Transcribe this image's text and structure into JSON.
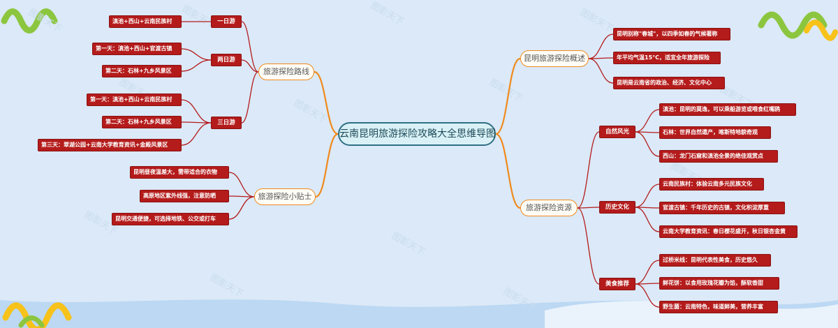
{
  "title": "云南昆明旅游探险攻略大全思维导图",
  "watermark": "图影天下",
  "colors": {
    "background": "#dbe9f8",
    "branch_line": "#f08a1c",
    "sub_line": "#b41b1b",
    "center_fill": "#d9f1f6",
    "center_border": "#2f6f84",
    "leaf_fill": "#b41b1b",
    "deco_green": "#8cc63f",
    "deco_yellow": "#f7c21a"
  },
  "branches": {
    "routes": {
      "label": "旅游探险路线",
      "groups": [
        {
          "label": "一日游",
          "items": [
            "滇池+西山+云南民族村"
          ]
        },
        {
          "label": "两日游",
          "items": [
            "第一天：滇池+西山+官渡古镇",
            "第二天：石林+九乡风景区"
          ]
        },
        {
          "label": "三日游",
          "items": [
            "第一天：滇池+西山+云南民族村",
            "第二天：石林+九乡风景区",
            "第三天：翠湖公园+云南大学教育资讯+金殿风景区"
          ]
        }
      ]
    },
    "tips": {
      "label": "旅游探险小贴士",
      "items": [
        "昆明昼夜温差大，需带适合的衣物",
        "高原地区紫外线强，注意防晒",
        "昆明交通便捷，可选择地铁、公交或打车"
      ]
    },
    "overview": {
      "label": "昆明旅游探险概述",
      "items": [
        "昆明别称\"春城\"，以四季如春的气候著称",
        "年平均气温15°C，适宜全年旅游探险",
        "昆明是云南省的政治、经济、文化中心"
      ]
    },
    "resources": {
      "label": "旅游探险资源",
      "groups": [
        {
          "label": "自然风光",
          "items": [
            "滇池：昆明的莫逸，可以乘船游览或喂食红嘴鸥",
            "石林：世界自然遗产，喀斯特地貌奇观",
            "西山：龙门石窟和滇池全景的绝佳观赏点"
          ]
        },
        {
          "label": "历史文化",
          "items": [
            "云南民族村：体验云南多元民族文化",
            "官渡古镇：千年历史的古镇，文化积淀厚重",
            "云南大学教育资讯：春日樱花盛开，秋日银杏金黄"
          ]
        },
        {
          "label": "美食推荐",
          "items": [
            "过桥米线：昆明代表性美食，历史悠久",
            "鲜花饼：以食用玫瑰花瓣为馅，酥软香甜",
            "野生菌：云南特色，味道鲜美，营养丰富"
          ]
        }
      ]
    }
  }
}
